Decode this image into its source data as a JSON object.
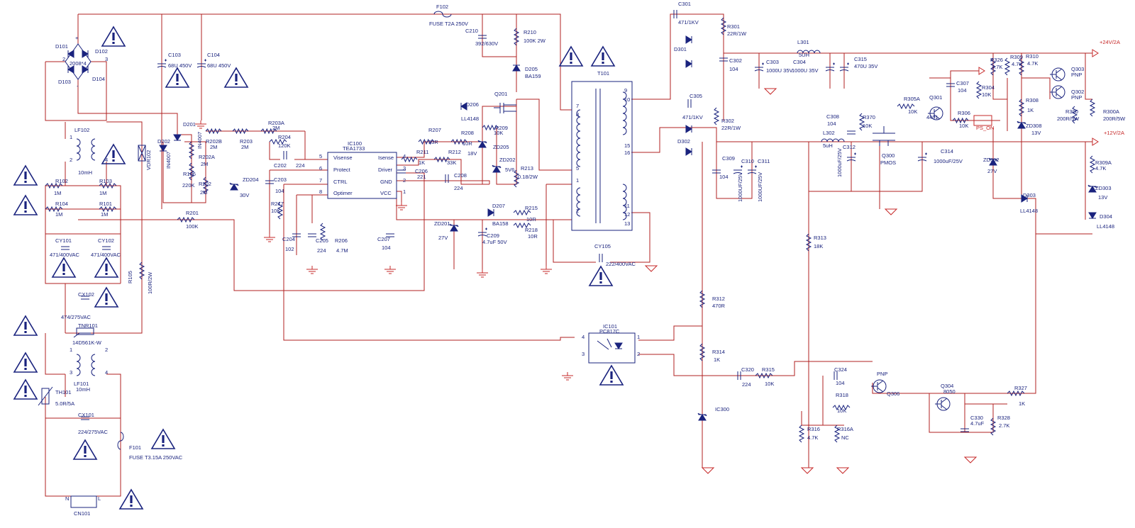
{
  "labels": {
    "F102": "F102",
    "F102v": "FUSE T2A 250V",
    "C210": "C210",
    "C210v": "392/630V",
    "R210": "R210",
    "R210v": "100K 2W",
    "D205": "D205",
    "D205v": "BA159",
    "D101": "D101",
    "D102": "D102",
    "D103": "D103",
    "D104": "D104",
    "bridge": "2008*4",
    "C103": "C103",
    "C103v": "68U 450V",
    "C104": "C104",
    "C104v": "68U 450V",
    "LF102": "LF102",
    "LF102v": "10mH",
    "VDR102": "VDR102",
    "D202": "D202",
    "D202v": "IN4007",
    "D201": "D201",
    "D201v": "IN4007",
    "R102": "R102",
    "R102v": "1M",
    "R103": "R103",
    "R103v": "1M",
    "R104": "R104",
    "R104v": "1M",
    "R101": "R101",
    "R101v": "1M",
    "R106": "R106",
    "R106v": "220K",
    "R202A": "R202A",
    "R202Av": "2M",
    "R202": "R202",
    "R202v": "2M",
    "R202B": "R202B",
    "R202Bv": "2M",
    "R203": "R203",
    "R203v": "2M",
    "R203A": "R203A",
    "R203Av": "2M",
    "R204": "R204",
    "R204v": "120K",
    "C202": "C202",
    "C202v": "224",
    "R201": "R201",
    "R201v": "100K",
    "ZD204": "ZD204",
    "ZD204v": "30V",
    "C203": "C203",
    "C203v": "104",
    "R217": "R217",
    "R217v": "10K",
    "C204": "C204",
    "C204v": "102",
    "C205": "C205",
    "C205v": "224",
    "R206": "R206",
    "R206v": "4.7M",
    "IC100": "IC100",
    "IC100v": "TEA1733",
    "pin_visense": "Visense",
    "pin_protect": "Protect",
    "pin_ctrl": "CTRL",
    "pin_optimer": "Optimer",
    "pin_isense": "Isense",
    "pin_driver": "Driver",
    "pin_gnd": "GND",
    "pin_vcc": "VCC",
    "R207": "R207",
    "R207v": "33R",
    "R211": "R211",
    "R211v": "1K",
    "C206": "C206",
    "C206v": "221",
    "R212": "R212",
    "R212v": "33K",
    "C208": "C208",
    "C208v": "224",
    "R208": "R208",
    "R208v": "10R",
    "D206": "D206",
    "D206v": "LL4148",
    "R209": "R209",
    "R209v": "10K",
    "ZD205": "ZD205",
    "ZD205v": "18V",
    "ZD202": "ZD202",
    "ZD202v": "5V6",
    "R213": "R213",
    "R213v": "0.18/2W",
    "Q201": "Q201",
    "C207": "C207",
    "C207v": "104",
    "ZD201": "ZD201",
    "ZD201v": "27V",
    "C209": "C209",
    "C209v": "4.7uF 50V",
    "D207": "D207",
    "D207v": "BA158",
    "R215": "R215",
    "R215v": "10R",
    "R218": "R218",
    "R218v": "10R",
    "CY101": "CY101",
    "CY101v": "471/400VAC",
    "CY102": "CY102",
    "CY102v": "471/400VAC",
    "R105": "R105",
    "R105v": "100R/2W",
    "CX102": "CX102",
    "CX102v": "474/275VAC",
    "TNR101": "TNR101",
    "TNR101v": "14D561K-W",
    "LF101": "LF101",
    "LF101v": "10mH",
    "TH101": "TH101",
    "TH101v": "5.0R/5A",
    "CX101": "CX101",
    "CX101v": "224/275VAC",
    "F101": "F101",
    "F101v": "FUSE T3.15A 250VAC",
    "CN101": "CN101",
    "cn_n": "N",
    "cn_l": "L",
    "T101": "T101",
    "CY105": "CY105",
    "CY105v": "222/400VAC",
    "IC101": "IC101",
    "IC101v": "PC817C",
    "C301": "C301",
    "C301v": "471/1KV",
    "R301": "R301",
    "R301v": "22R/1W",
    "D301": "D301",
    "C302": "C302",
    "C302v": "104",
    "C303": "C303",
    "C303v": "1000U 35V",
    "C304": "C304",
    "C304v": "1000U 35V",
    "L301": "L301",
    "L301v": "5UH",
    "C315": "C315",
    "C315v": "470U 35V",
    "C305": "C305",
    "C305v": "471/1KV",
    "R302": "R302",
    "R302v": "22R/1W",
    "D302": "D302",
    "C309": "C309",
    "C309v": "104",
    "C310": "C310",
    "C310v": "1000UF/25V",
    "C311": "C311",
    "C311v": "1000UF/25V",
    "L302": "L302",
    "L302v": "5uH",
    "C308": "C308",
    "C308v": "104",
    "R370": "R370",
    "R370v": "10K",
    "C312": "C312",
    "C312v": "1000uF/25V",
    "Q300": "Q300",
    "Q300v": "PMOS",
    "C314": "C314",
    "C314v": "1000uF/25V",
    "R305A": "R305A",
    "R305Av": "10K",
    "C307": "C307",
    "C307v": "104",
    "R304": "R304",
    "R304v": "10K",
    "Q301": "Q301",
    "Q301v": "4401",
    "R306": "R306",
    "R306v": "10K",
    "PS_ON": "PS_ON",
    "out24": "+24V/2A",
    "out12": "+12V/2A",
    "R326": "R326",
    "R326v": "4.7K",
    "R309": "R309",
    "R309v": "4.7K",
    "R310": "R310",
    "R310v": "4.7K",
    "Q303": "Q303",
    "Q303v": "PNP",
    "Q302": "Q302",
    "Q302v": "PNP",
    "R308": "R308",
    "R308v": "1K",
    "R300": "R300",
    "R300v": "200R/5W",
    "R300A": "R300A",
    "R300Av": "200R/5W",
    "ZD308": "ZD308",
    "ZD308v": "13V",
    "ZD302": "ZD302",
    "ZD302v": "27V",
    "R309A": "R309A",
    "R309Av": "4.7K",
    "ZD303": "ZD303",
    "ZD303v": "13V",
    "D303": "D303",
    "D303v": "LL4148",
    "D304": "D304",
    "D304v": "LL4148",
    "R313": "R313",
    "R313v": "18K",
    "R312": "R312",
    "R312v": "470R",
    "R314": "R314",
    "R314v": "1K",
    "C320": "C320",
    "C320v": "224",
    "R315": "R315",
    "R315v": "10K",
    "C324": "C324",
    "C324v": "104",
    "R318": "R318",
    "R318v": "10K",
    "PNP": "PNP",
    "Q306": "Q306",
    "Q304": "Q304",
    "Q304v": "8050",
    "R327": "R327",
    "R327v": "1K",
    "C330": "C330",
    "C330v": "4.7uF",
    "R328": "R328",
    "R328v": "2.7K",
    "IC300": "IC300",
    "R316": "R316",
    "R316v": "4.7K",
    "R316A": "R316A",
    "R316Av": "NC"
  },
  "colors": {
    "wire": "#b02020",
    "component": "#1a237e",
    "output_label": "#c62828"
  }
}
